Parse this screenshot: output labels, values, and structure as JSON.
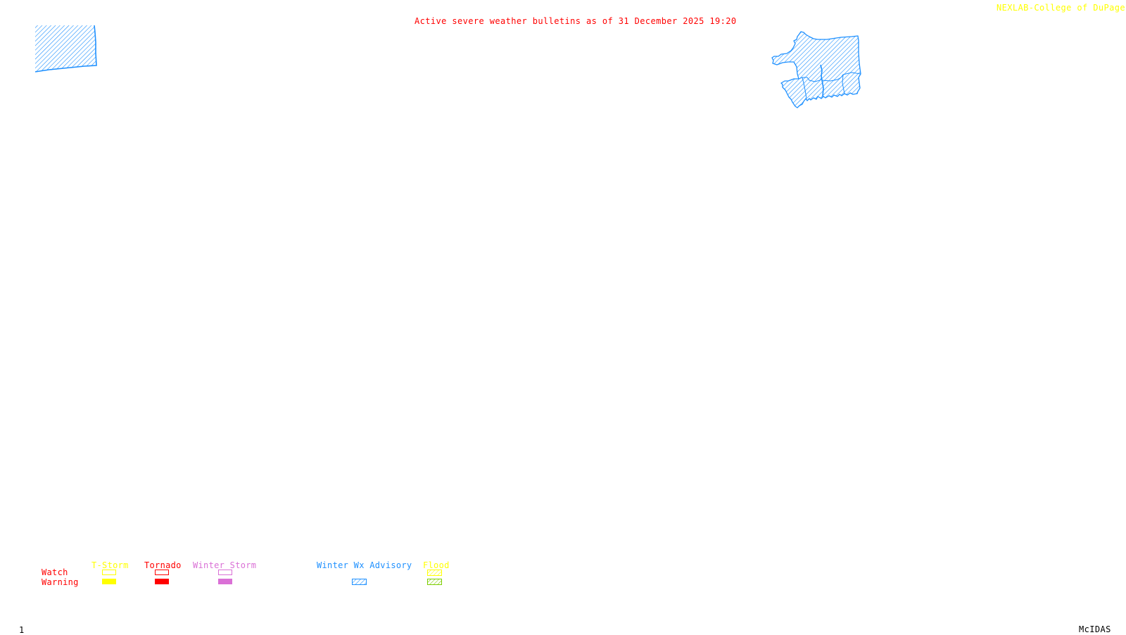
{
  "header": {
    "title": "Active severe weather bulletins as of 31 December 2025 19:20",
    "credit": "NEXLAB-College of DuPage ◹"
  },
  "footer": {
    "frame_number": "1",
    "software": "McIDAS"
  },
  "map": {
    "active_areas": [
      {
        "name": "left-advisory-area",
        "type": "Winter Wx Advisory"
      },
      {
        "name": "right-advisory-area",
        "type": "Winter Wx Advisory"
      }
    ]
  },
  "legend": {
    "row_labels": {
      "watch": "Watch",
      "warning": "Warning"
    },
    "categories": [
      {
        "label": "T-Storm",
        "color": "#ffff00",
        "watch": "outline",
        "warning": "solid"
      },
      {
        "label": "Tornado",
        "color": "#ff0000",
        "watch": "outline",
        "warning": "solid"
      },
      {
        "label": "Winter Storm",
        "color": "#da70d6",
        "watch": "outline",
        "warning": "solid"
      },
      {
        "label": "Winter Wx Advisory",
        "color": "#1e90ff",
        "watch": "none",
        "warning": "hatched"
      },
      {
        "label": "Flood",
        "color": "#ffff00",
        "watch": "hatched",
        "warning": "hatched",
        "warning_color": "#7ccd00"
      }
    ]
  },
  "colors": {
    "title": "#ff0000",
    "credit": "#ffff00",
    "advisory": "#1e90ff",
    "background": "#ffffff"
  }
}
